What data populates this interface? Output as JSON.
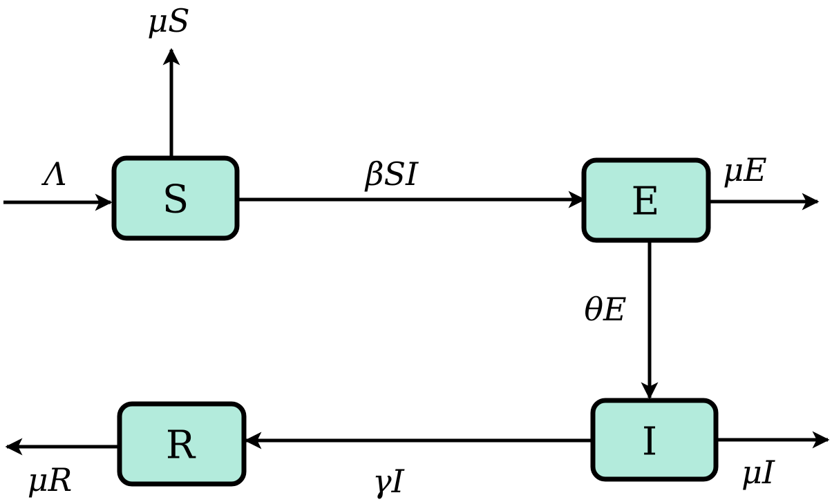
{
  "colors": {
    "box_fill": "#b3ebdc",
    "stroke": "#000000"
  },
  "compartments": {
    "S": "S",
    "E": "E",
    "I": "I",
    "R": "R"
  },
  "rates": {
    "inflow": "Λ",
    "death_S": "μS",
    "infection": "βSI",
    "death_E": "μE",
    "progression": "θE",
    "recovery": "γI",
    "death_I": "μI",
    "death_R": "μR"
  }
}
